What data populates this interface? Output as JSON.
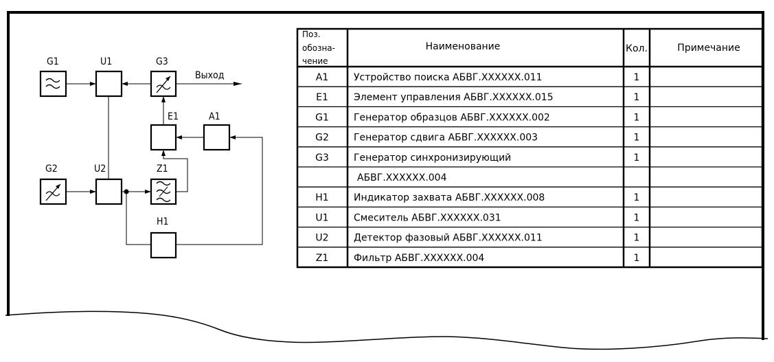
{
  "diagram": {
    "blocks": {
      "g1": "G1",
      "u1": "U1",
      "g3": "G3",
      "e1": "E1",
      "a1": "A1",
      "g2": "G2",
      "u2": "U2",
      "z1": "Z1",
      "h1": "H1"
    },
    "output_label": "Выход",
    "icons": {
      "g1": "tilde-double-icon",
      "g3": "tunable-generator-icon",
      "g2": "tunable-generator-icon",
      "z1": "filter-tilde-icon"
    }
  },
  "table": {
    "headers": {
      "pos_line1": "Поз.",
      "pos_line2": "обозна-",
      "pos_line3": "чение",
      "name": "Наименование",
      "qty": "Кол.",
      "note": "Примечание"
    },
    "rows": [
      {
        "pos": "A1",
        "name": "Устройство поиска АБВГ.XXXXXX.011",
        "qty": "1",
        "note": ""
      },
      {
        "pos": "E1",
        "name": "Элемент управления АБВГ.XXXXXX.015",
        "qty": "1",
        "note": ""
      },
      {
        "pos": "G1",
        "name": "Генератор образцов АБВГ.XXXXXX.002",
        "qty": "1",
        "note": ""
      },
      {
        "pos": "G2",
        "name": "Генератор сдвига АБВГ.XXXXXX.003",
        "qty": "1",
        "note": ""
      },
      {
        "pos": "G3",
        "name": "Генератор синхронизирующий",
        "qty": "1",
        "note": ""
      },
      {
        "pos": "",
        "name": "АБВГ.XXXXXX.004",
        "qty": "",
        "note": ""
      },
      {
        "pos": "H1",
        "name": "Индикатор захвата АБВГ.XXXXXX.008",
        "qty": "1",
        "note": ""
      },
      {
        "pos": "U1",
        "name": "Смеситель АБВГ.XXXXXX.031",
        "qty": "1",
        "note": ""
      },
      {
        "pos": "U2",
        "name": "Детектор фазовый АБВГ.XXXXXX.011",
        "qty": "1",
        "note": ""
      },
      {
        "pos": "Z1",
        "name": "Фильтр АБВГ.XXXXXX.004",
        "qty": "1",
        "note": ""
      }
    ]
  }
}
